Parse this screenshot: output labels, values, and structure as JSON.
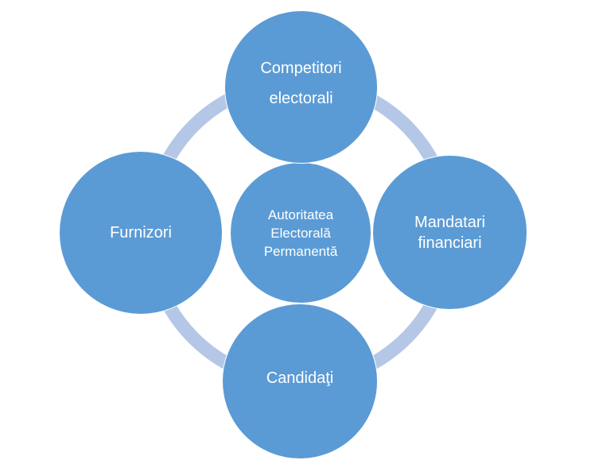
{
  "colors": {
    "node": "#5b9bd5",
    "ring": "#b4c7e7",
    "text": "#ffffff"
  },
  "center": {
    "label": "Autoritatea\nElectorală\nPermanentă"
  },
  "nodes": {
    "top": {
      "label": "Competitori\nelectorali"
    },
    "right": {
      "label": "Mandatari\nfinanciari"
    },
    "bottom": {
      "label": "Candidaţi"
    },
    "left": {
      "label": "Furnizori"
    }
  }
}
